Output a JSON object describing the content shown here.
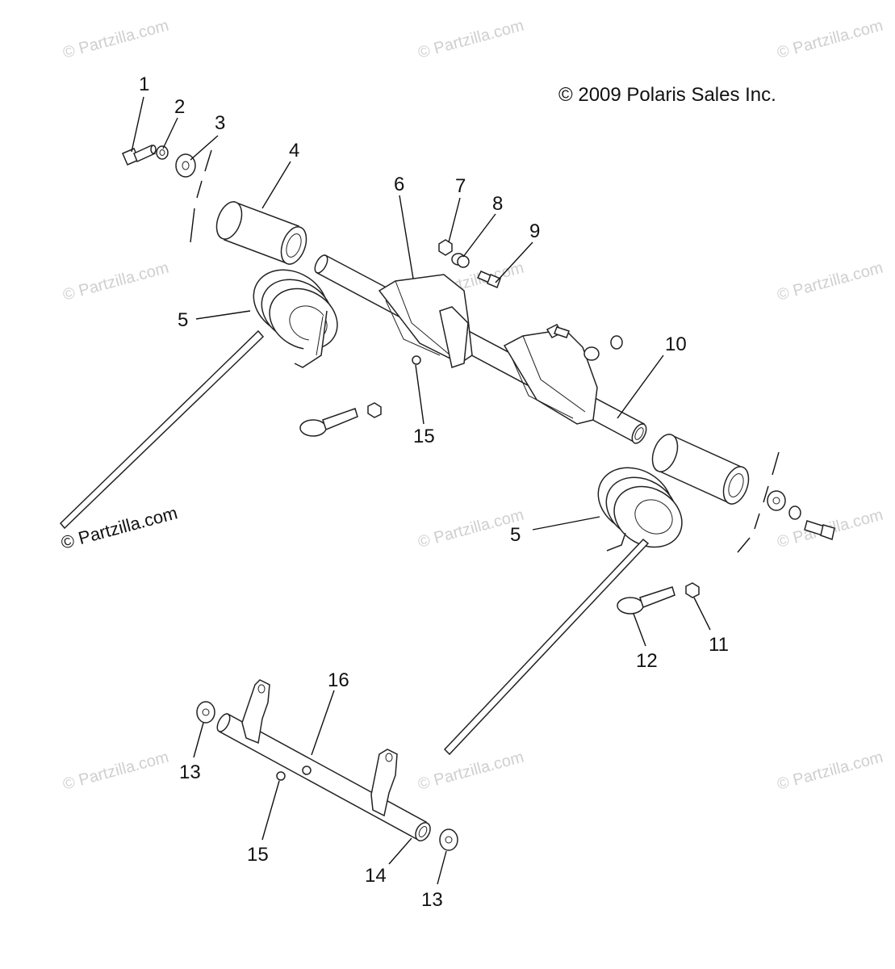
{
  "copyright": "© 2009 Polaris Sales Inc.",
  "watermark_text": "© Partzilla.com",
  "callouts": [
    {
      "id": "c1",
      "label": "1"
    },
    {
      "id": "c2",
      "label": "2"
    },
    {
      "id": "c3",
      "label": "3"
    },
    {
      "id": "c4",
      "label": "4"
    },
    {
      "id": "c5a",
      "label": "5"
    },
    {
      "id": "c6",
      "label": "6"
    },
    {
      "id": "c7",
      "label": "7"
    },
    {
      "id": "c8",
      "label": "8"
    },
    {
      "id": "c9",
      "label": "9"
    },
    {
      "id": "c10",
      "label": "10"
    },
    {
      "id": "c15a",
      "label": "15"
    },
    {
      "id": "c5b",
      "label": "5"
    },
    {
      "id": "c11",
      "label": "11"
    },
    {
      "id": "c12",
      "label": "12"
    },
    {
      "id": "c16",
      "label": "16"
    },
    {
      "id": "c13a",
      "label": "13"
    },
    {
      "id": "c15b",
      "label": "15"
    },
    {
      "id": "c14",
      "label": "14"
    },
    {
      "id": "c13b",
      "label": "13"
    }
  ]
}
